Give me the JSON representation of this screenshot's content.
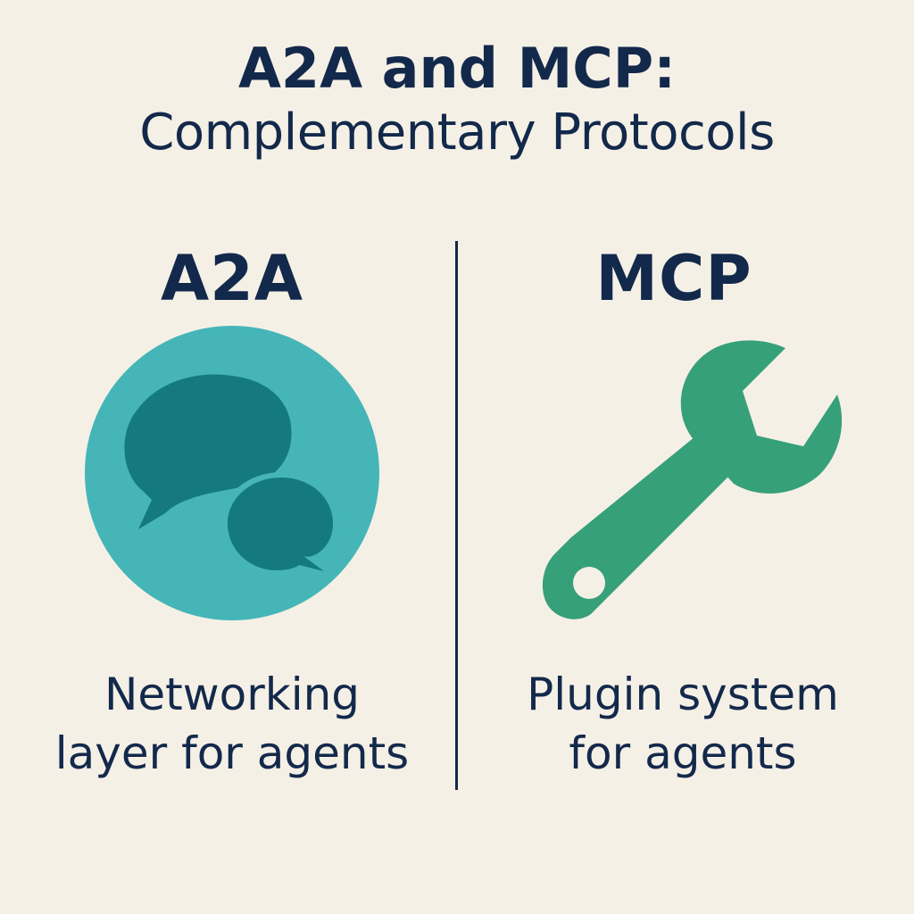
{
  "title": {
    "line1": "A2A and MCP:",
    "line2": "Complementary Protocols"
  },
  "left": {
    "heading": "A2A",
    "icon": "chat-bubbles-icon",
    "caption_line1": "Networking",
    "caption_line2": "layer for agents"
  },
  "right": {
    "heading": "MCP",
    "icon": "wrench-icon",
    "caption_line1": "Plugin system",
    "caption_line2": "for agents"
  },
  "colors": {
    "background": "#f5f0e6",
    "text": "#13294b",
    "circle": "#45b5b8",
    "bubbles": "#157a80",
    "wrench": "#36a07a"
  }
}
